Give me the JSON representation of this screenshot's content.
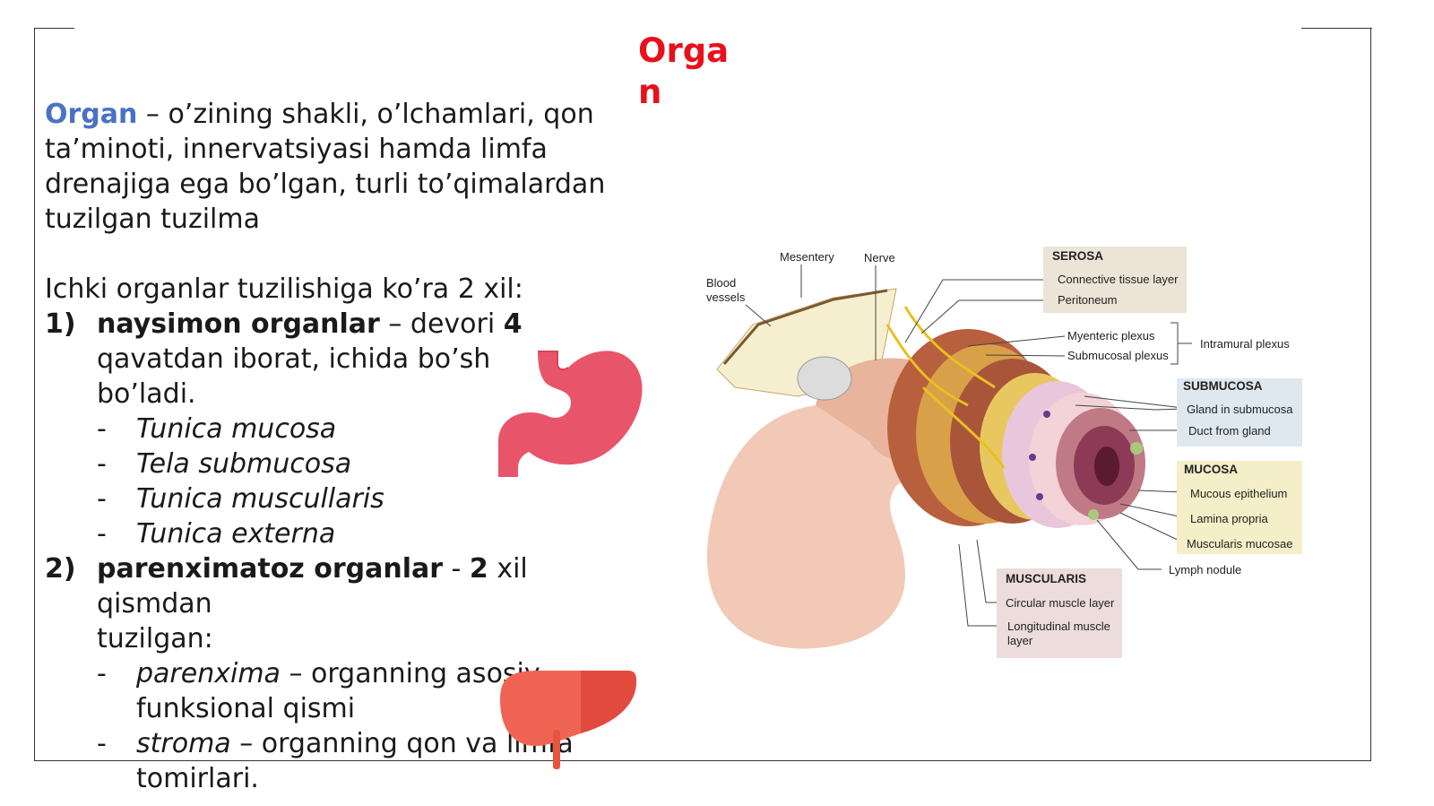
{
  "slide": {
    "title": "Organ",
    "definition": {
      "term": "Organ",
      "text": " – o’zining shakli, o’lchamlari, qon ta’minoti, innervatsiyasi hamda limfa drenajiga ega bo’lgan, turli to’qimalardan tuzilgan tuzilma"
    },
    "intro": "Ichki organlar tuzilishiga ko’ra 2 xil:",
    "item1": {
      "num": "1)",
      "bold": "naysimon organlar",
      "rest1": " – devori ",
      "count": "4",
      "rest2": "qavatdan iborat, ichida bo’sh bo’ladi.",
      "layers": [
        "Tunica mucosa",
        "Tela submucosa",
        "Tunica muscullaris",
        "Tunica externa"
      ]
    },
    "item2": {
      "num": "2)",
      "bold": "parenximatoz organlar",
      "rest1": " - ",
      "count": "2",
      "rest2": " xil",
      "line2": "qismdan",
      "line3": "tuzilgan:",
      "parts": [
        {
          "term": "parenxima",
          "desc": " – organning asosiy funksional qismi"
        },
        {
          "term": "stroma",
          "desc": " – organning qon va limfa tomirlari."
        }
      ]
    },
    "dash": "-"
  },
  "diagram": {
    "labels": {
      "mesentery": "Mesentery",
      "nerve": "Nerve",
      "blood_vessels_1": "Blood",
      "blood_vessels_2": "vessels",
      "serosa": "SEROSA",
      "connective": "Connective tissue layer",
      "peritoneum": "Peritoneum",
      "myenteric": "Myenteric plexus",
      "submucosal_plexus": "Submucosal plexus",
      "intramural": "Intramural plexus",
      "submucosa": "SUBMUCOSA",
      "gland": "Gland in submucosa",
      "duct": "Duct from gland",
      "mucosa": "MUCOSA",
      "epithelium": "Mucous epithelium",
      "lamina": "Lamina propria",
      "musc_mucosae": "Muscularis mucosae",
      "lymph": "Lymph nodule",
      "muscularis": "MUSCULARIS",
      "circular": "Circular muscle layer",
      "longitudinal_1": "Longitudinal muscle",
      "longitudinal_2": "layer"
    },
    "colors": {
      "serosa_box": "#ece4d6",
      "submucosa_box": "#dfe8ee",
      "mucosa_box": "#f4efc8",
      "muscularis_box": "#ecdcdc"
    }
  },
  "icons": {
    "stomach": "stomach-icon",
    "liver": "liver-icon",
    "stomach_color": "#e8556a",
    "liver_color": "#f06454"
  }
}
